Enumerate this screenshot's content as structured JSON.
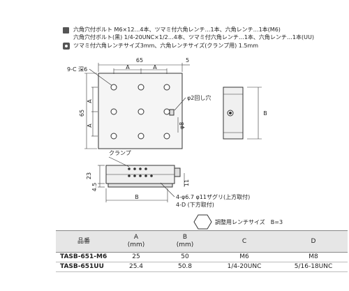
{
  "notes": [
    "六角穴付ボルト M6×12…4本、ツマミ付六角レンチ…1本、六角レンチ…1本(M6)",
    "六角穴付ボルト(黒) 1/4-20UNC×1/2…4本、ツマミ付六角レンチ…1本、六角レンチ…1本(UU)",
    "ツマミ付六角レンチサイズ3mm、六角レンチサイズ(クランプ用) 1.5mm"
  ],
  "top_view": {
    "label_hole": "9-C 深6",
    "dim_65_top": "65",
    "dim_5": "5",
    "dim_A_top_left": "A",
    "dim_A_top_right": "A",
    "dim_65_left": "65",
    "dim_A_left_top": "A",
    "dim_A_left_bottom": "A",
    "label_phi2": "φ2回し穴",
    "label_phi8": "φ8"
  },
  "side_view": {
    "label_clamp": "クランプ",
    "dim_23": "23",
    "dim_11": "11",
    "dim_45": "4.5",
    "dim_B": "B",
    "label_counterbore": "4-φ6.7 φ11ザグリ(上方取付)",
    "label_D": "4-D (下方取付)"
  },
  "right_view": {
    "dim_B": "B"
  },
  "hex_legend": {
    "label": "調整用レンチサイズ　B=3"
  },
  "table": {
    "headers": [
      {
        "main": "品番",
        "sub": ""
      },
      {
        "main": "A",
        "sub": "(mm)"
      },
      {
        "main": "B",
        "sub": "(mm)"
      },
      {
        "main": "C",
        "sub": ""
      },
      {
        "main": "D",
        "sub": ""
      }
    ],
    "rows": [
      [
        "TASB-651-M6",
        "25",
        "50",
        "M6",
        "M8"
      ],
      [
        "TASB-651UU",
        "25.4",
        "50.8",
        "1/4-20UNC",
        "5/16-18UNC"
      ]
    ]
  }
}
